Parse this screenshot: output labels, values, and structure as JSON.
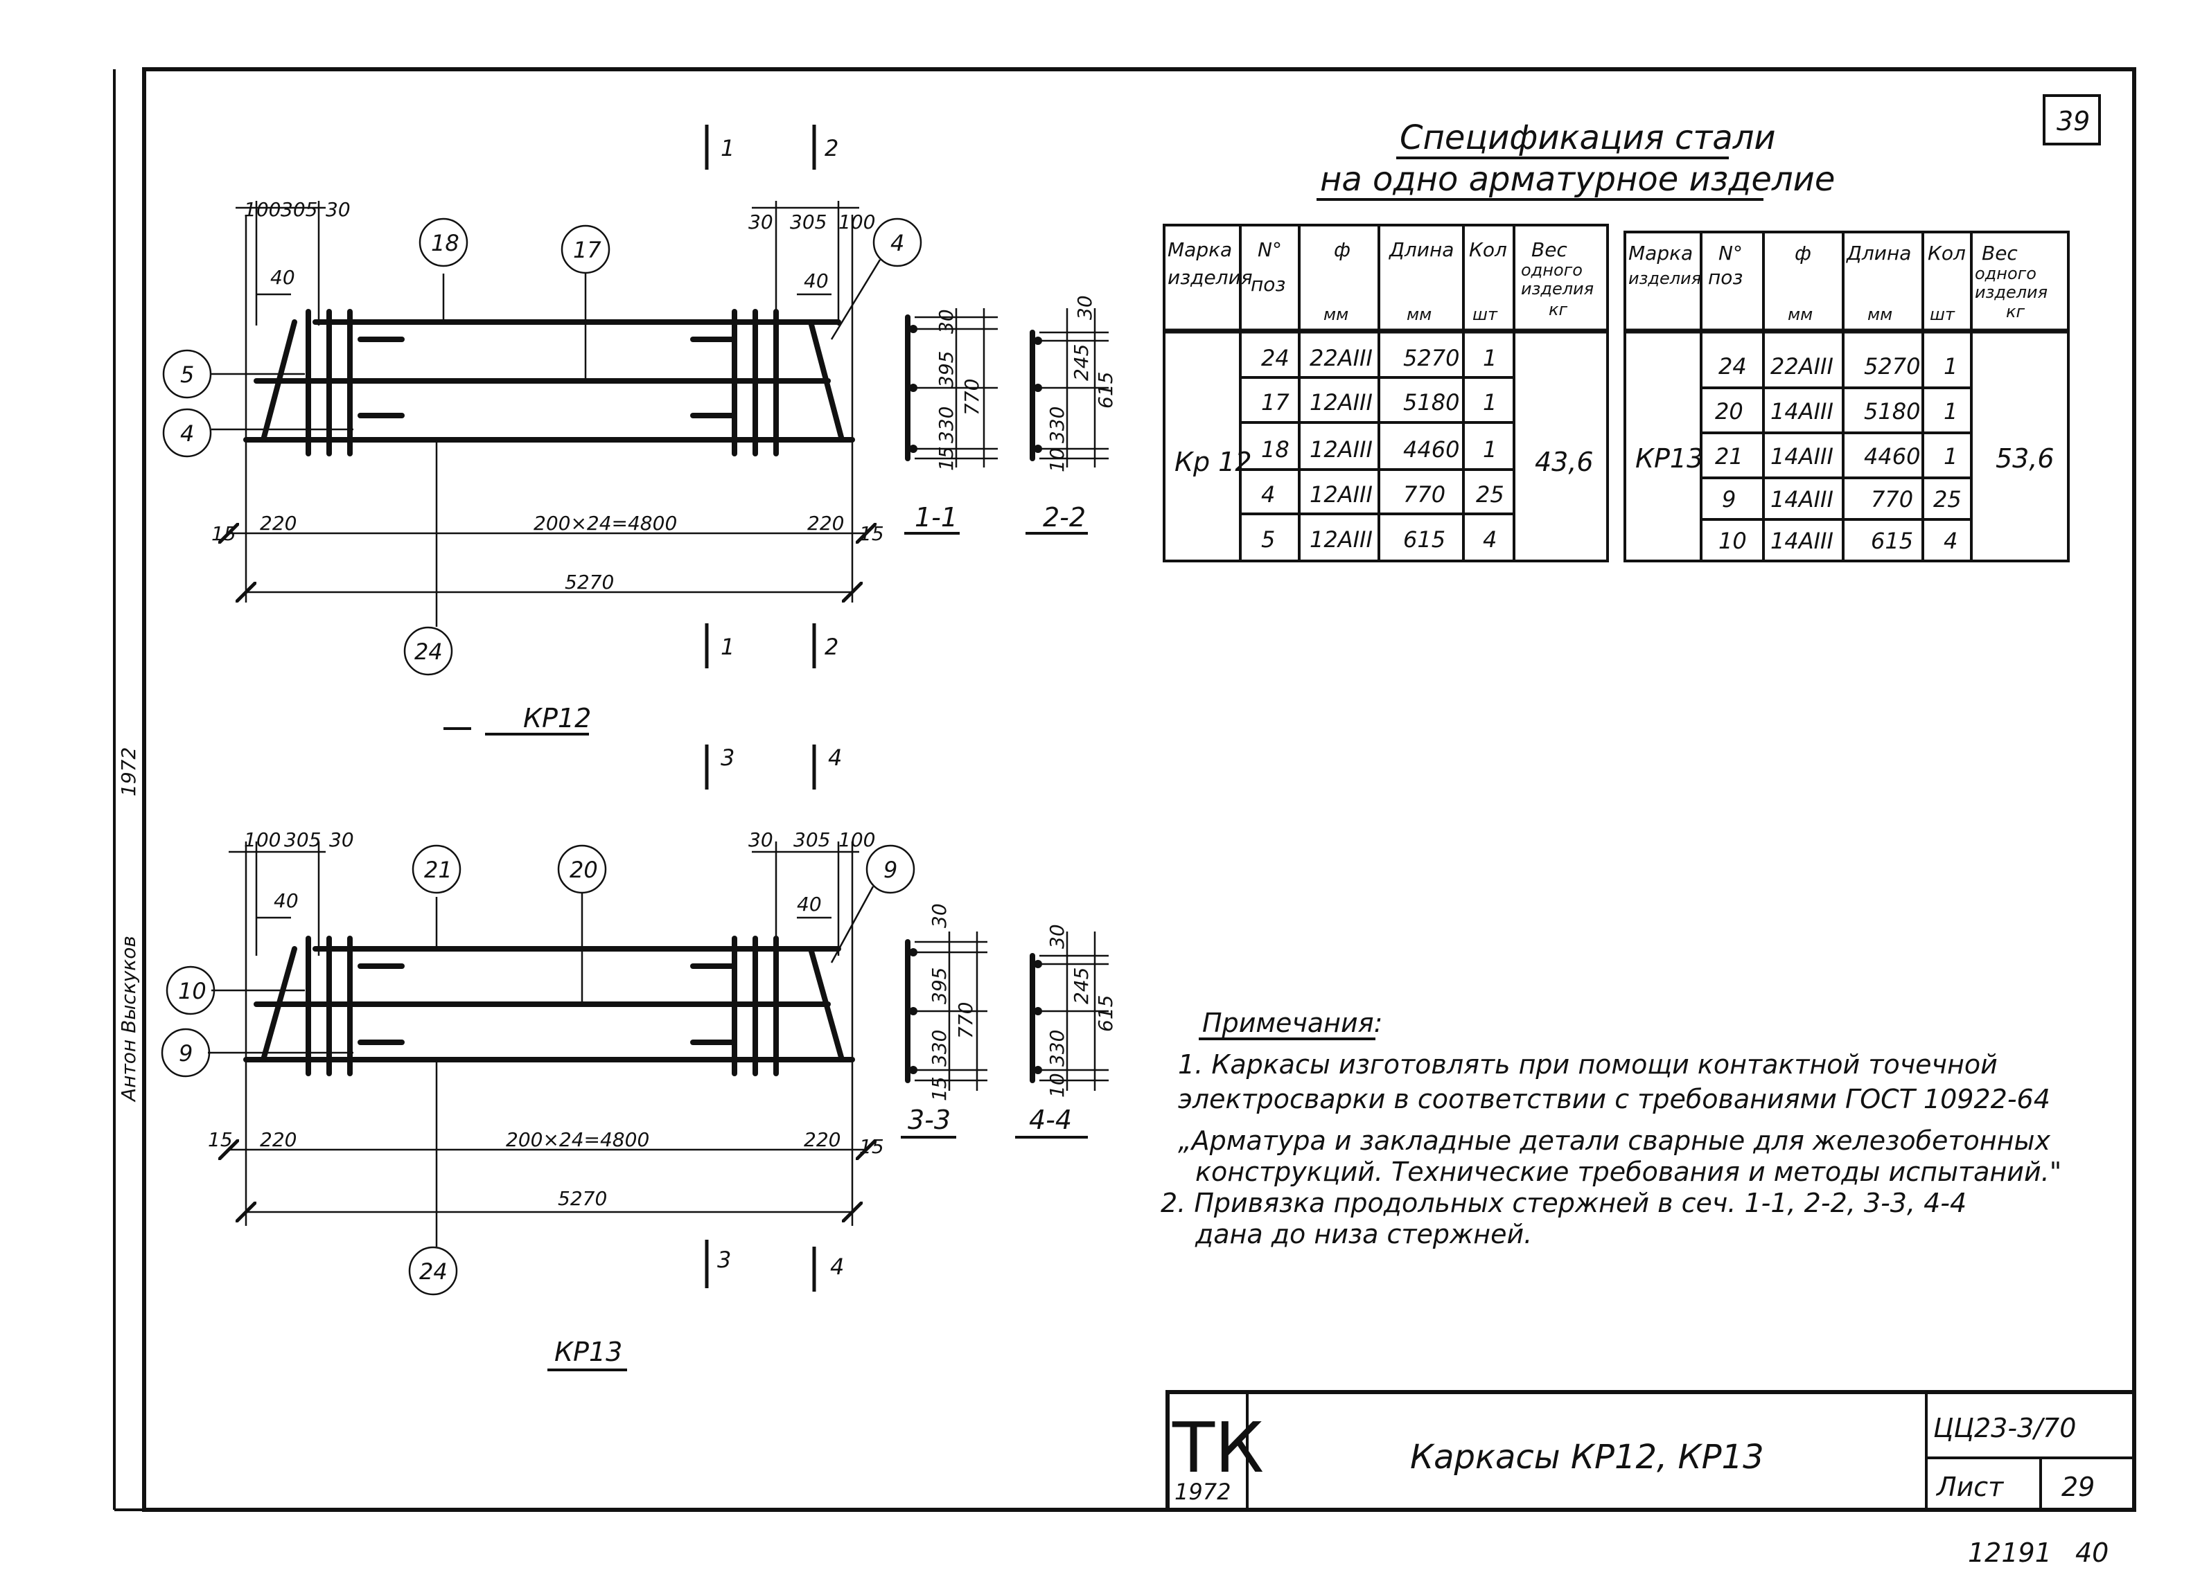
{
  "sheet_number_top": "39",
  "spec_title": [
    "Спецификация стали",
    "на одно арматурное изделие"
  ],
  "spec_headers": {
    "mark": [
      "Марка",
      "изделия"
    ],
    "pos": [
      "N°",
      "поз"
    ],
    "dia": [
      "ф",
      "мм"
    ],
    "length": [
      "Длина",
      "мм"
    ],
    "qty": [
      "Кол",
      "шт"
    ],
    "weight": [
      "Вес",
      "одного",
      "изделия",
      "кг"
    ]
  },
  "spec_kr12": {
    "mark": "Кр 12",
    "weight": "43,6",
    "rows": [
      [
        "24",
        "22AIII",
        "5270",
        "1"
      ],
      [
        "17",
        "12AIII",
        "5180",
        "1"
      ],
      [
        "18",
        "12AIII",
        "4460",
        "1"
      ],
      [
        "4",
        "12AIII",
        "770",
        "25"
      ],
      [
        "5",
        "12AIII",
        "615",
        "4"
      ]
    ]
  },
  "spec_kr13": {
    "mark": "КР13",
    "weight": "53,6",
    "rows": [
      [
        "24",
        "22AIII",
        "5270",
        "1"
      ],
      [
        "20",
        "14AIII",
        "5180",
        "1"
      ],
      [
        "21",
        "14AIII",
        "4460",
        "1"
      ],
      [
        "9",
        "14AIII",
        "770",
        "25"
      ],
      [
        "10",
        "14AIII",
        "615",
        "4"
      ]
    ]
  },
  "frame_kr12": {
    "title": "КР12",
    "top_dims": [
      "100",
      "305",
      "30",
      "30",
      "305",
      "100"
    ],
    "offset_left": "40",
    "offset_right": "40",
    "pos_top": [
      "18",
      "17",
      "4"
    ],
    "pos_left": [
      "5",
      "4"
    ],
    "pos_bottom": "24",
    "bottom_dims": [
      "15",
      "220",
      "200×24=4800",
      "220",
      "15"
    ],
    "total": "5270",
    "sections": [
      "1",
      "2",
      "1",
      "2"
    ]
  },
  "frame_kr13": {
    "title": "КР13",
    "top_dims": [
      "100",
      "305",
      "30",
      "30",
      "305",
      "100"
    ],
    "offset_left": "40",
    "offset_right": "40",
    "pos_top": [
      "21",
      "20",
      "9"
    ],
    "pos_left": [
      "10",
      "9"
    ],
    "pos_bottom": "24",
    "bottom_dims": [
      "15",
      "220",
      "200×24=4800",
      "220",
      "15"
    ],
    "total": "5270",
    "sections": [
      "3",
      "4",
      "3",
      "4"
    ]
  },
  "sec_1_1": {
    "label": "1-1",
    "dims": [
      "30",
      "395",
      "330",
      "15"
    ],
    "total": "770"
  },
  "sec_2_2": {
    "label": "2-2",
    "dims": [
      "30",
      "245",
      "330",
      "10"
    ],
    "total": "615"
  },
  "sec_3_3": {
    "label": "3-3",
    "dims": [
      "30",
      "395",
      "330",
      "15"
    ],
    "total": "770"
  },
  "sec_4_4": {
    "label": "4-4",
    "dims": [
      "30",
      "245",
      "330",
      "10"
    ],
    "total": "615"
  },
  "notes_title": "Примечания:",
  "notes": [
    "1. Каркасы изготовлять при помощи контактной точечной",
    "электросварки в соответствии с требованиями ГОСТ 10922-64",
    "„Арматура и закладные детали сварные для железобетонных",
    "конструкций. Технические требования и методы испытаний.\"",
    "2. Привязка продольных стержней в сеч. 1-1, 2-2, 3-3, 4-4",
    "дана до низа стержней."
  ],
  "stamp": {
    "org": "ТК",
    "year": "1972",
    "title": "Каркасы КР12, КР13",
    "series": "ЦЦ23-3/70",
    "sheet_label": "Лист",
    "sheet": "29"
  },
  "margin_text": [
    "1972",
    "Антон Выскуков"
  ],
  "corner_numbers": [
    "12191",
    "40"
  ]
}
